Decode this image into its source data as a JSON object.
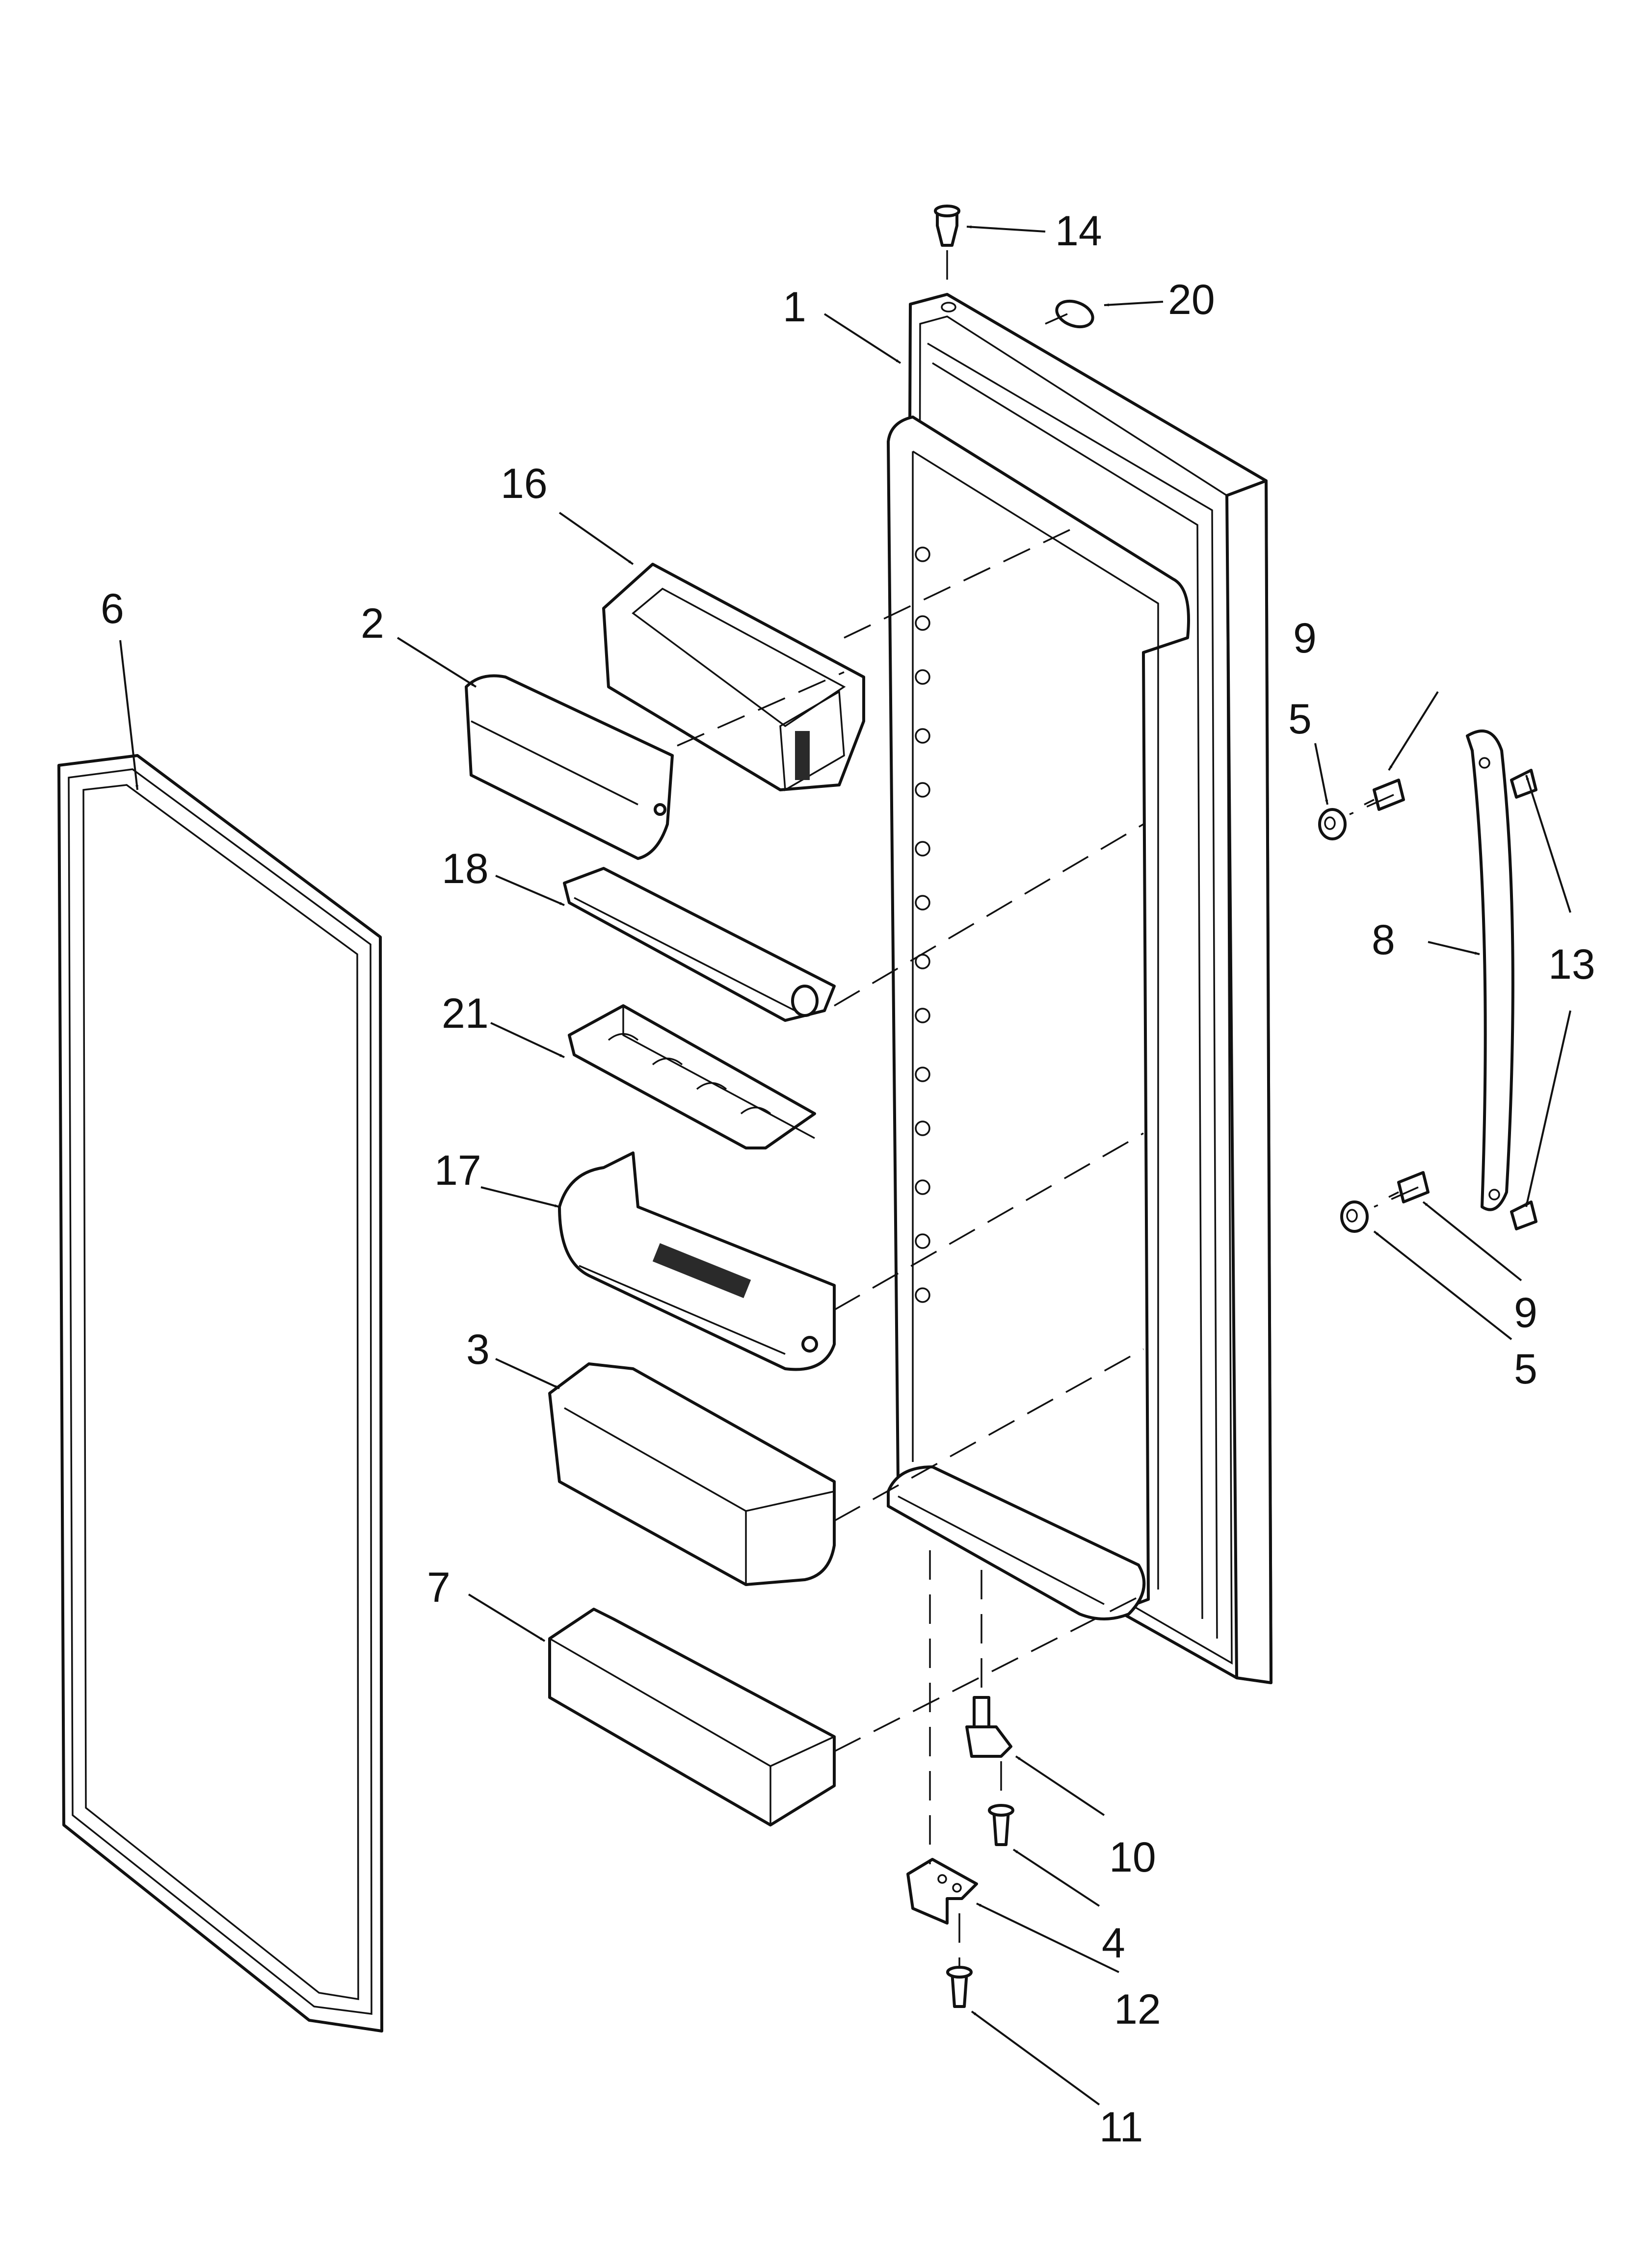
{
  "callouts": {
    "c1": "1",
    "c2": "2",
    "c3": "3",
    "c4": "4",
    "c5a": "5",
    "c5b": "5",
    "c6": "6",
    "c7": "7",
    "c8": "8",
    "c9a": "9",
    "c9b": "9",
    "c10": "10",
    "c11": "11",
    "c12": "12",
    "c13": "13",
    "c14": "14",
    "c16": "16",
    "c17": "17",
    "c18": "18",
    "c20": "20",
    "c21": "21"
  }
}
